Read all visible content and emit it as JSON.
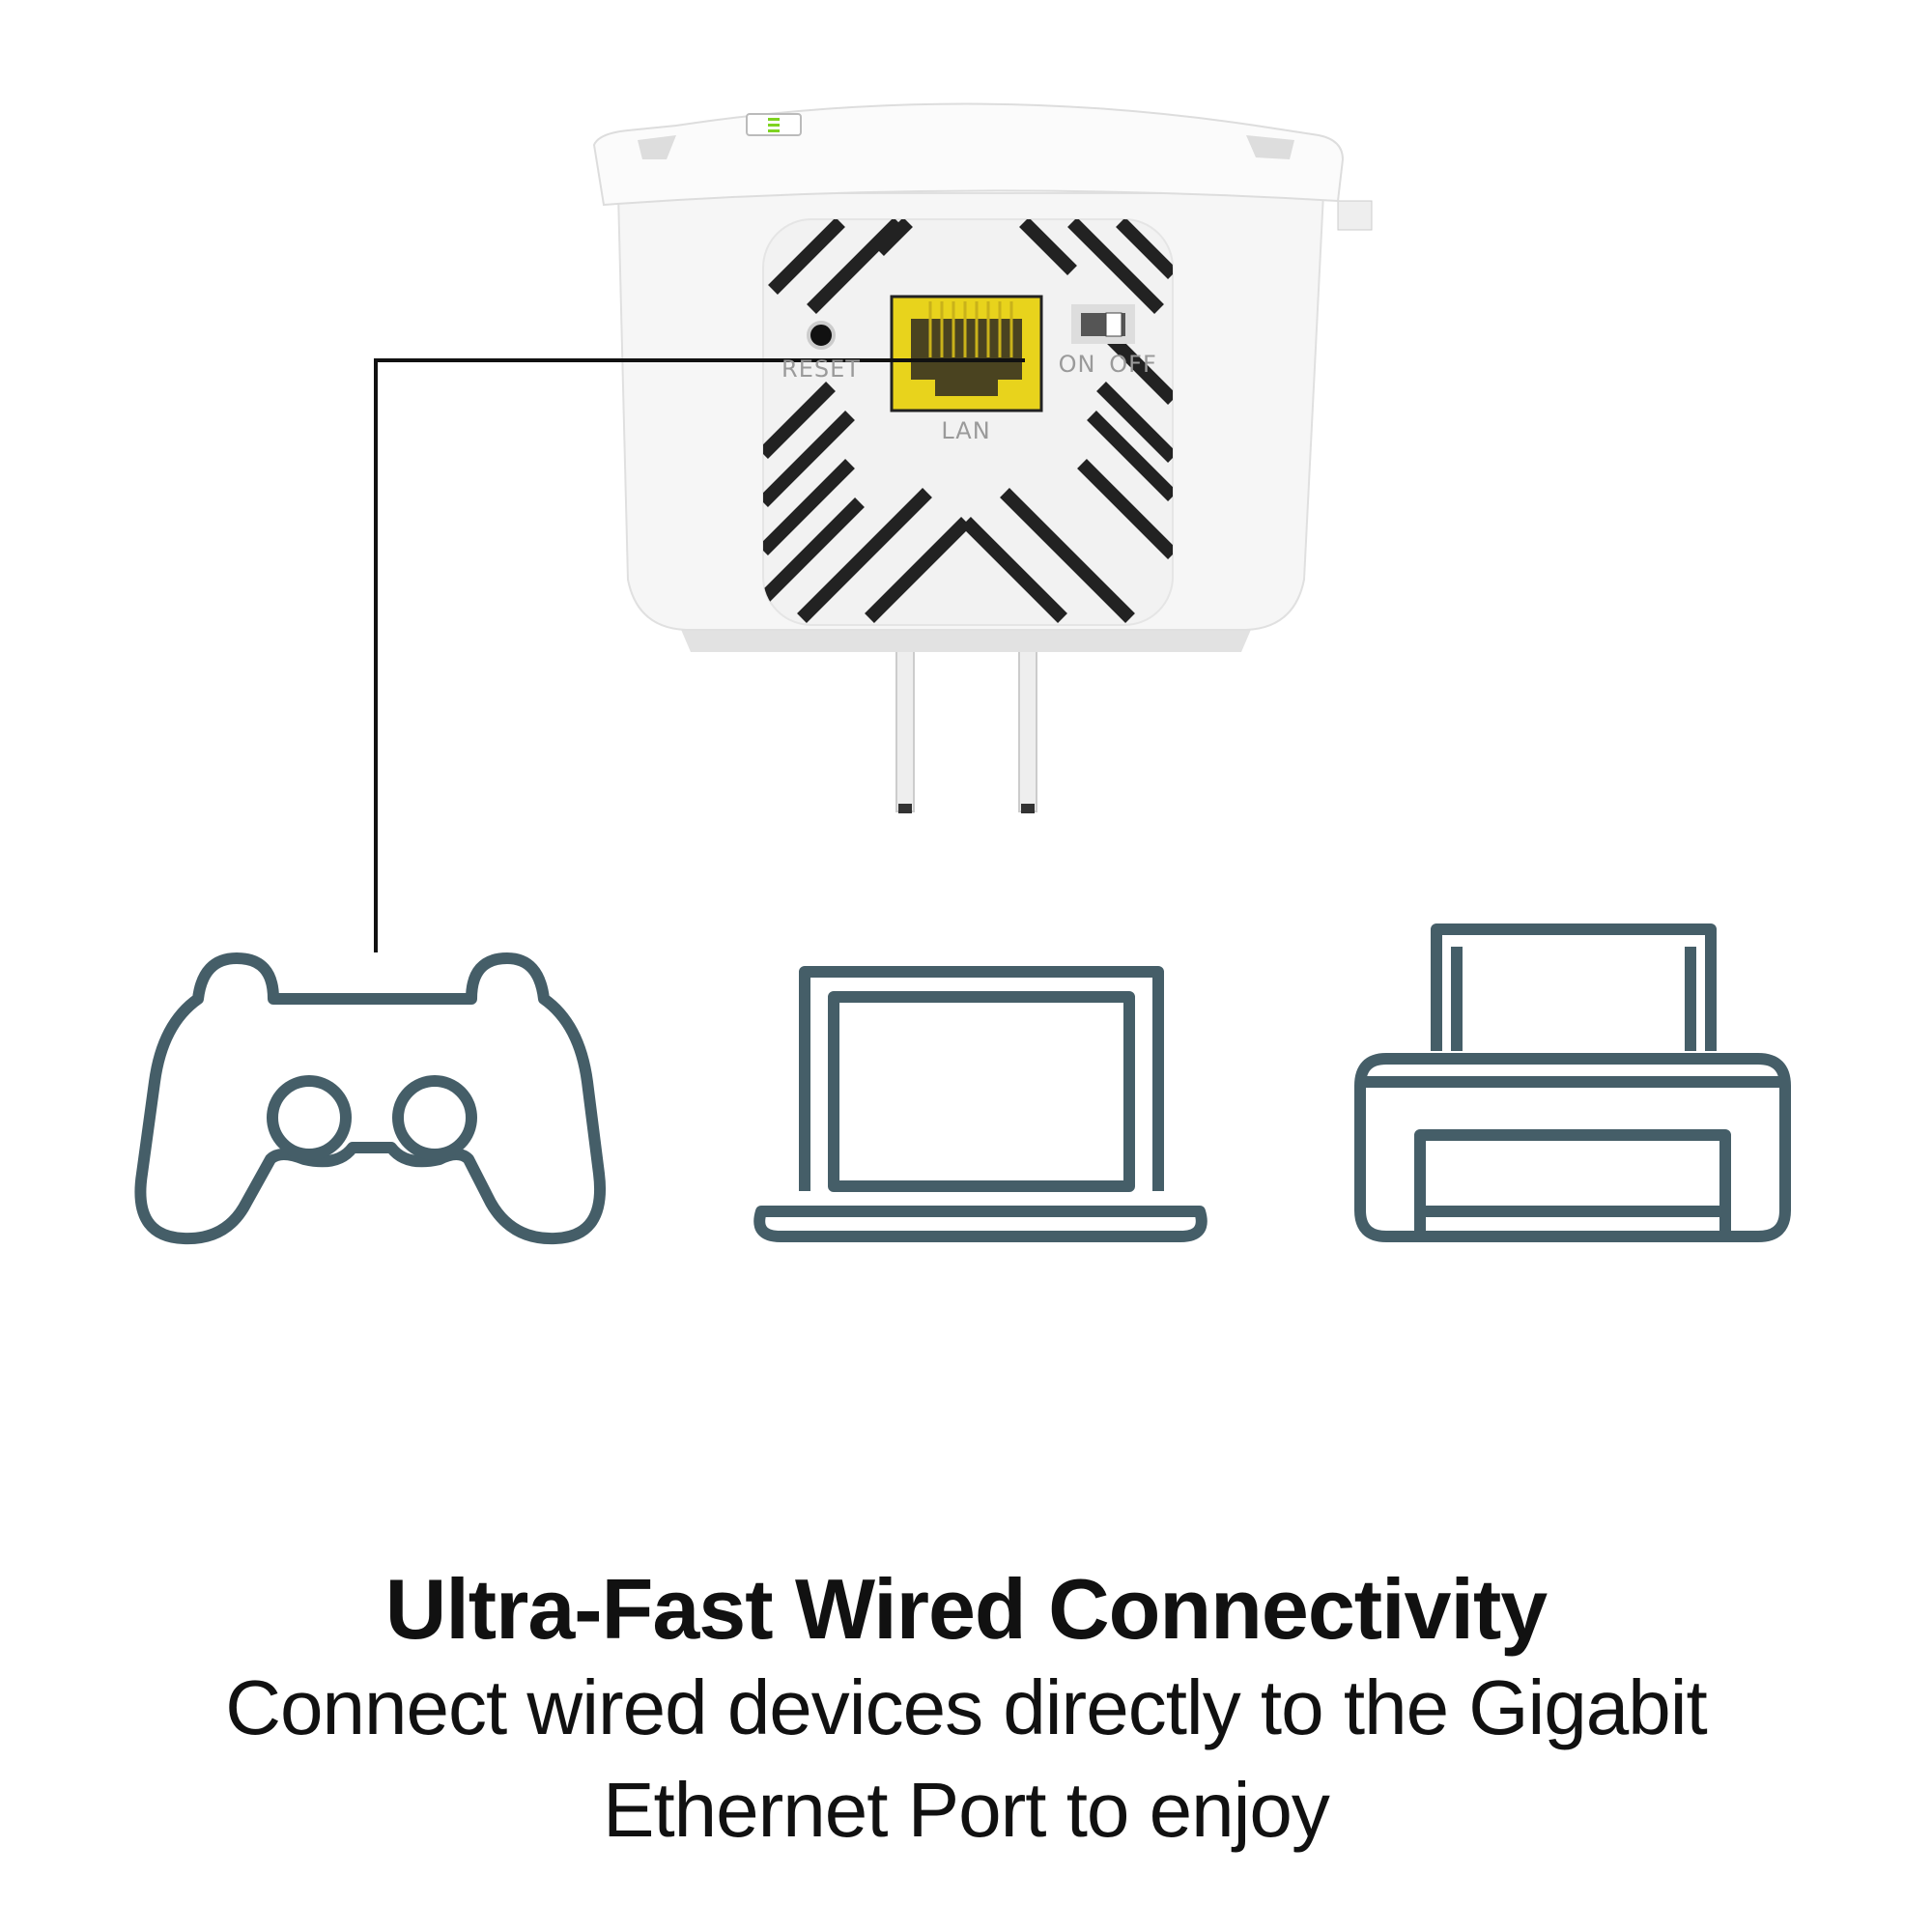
{
  "device": {
    "reset_label": "RESET",
    "on_label": "ON",
    "off_label": "OFF",
    "lan_label": "LAN",
    "port_color": "#e8d31c",
    "led_color": "#7ed321"
  },
  "icons": {
    "color": "#455e68",
    "items": [
      "game-controller-icon",
      "laptop-icon",
      "printer-icon"
    ]
  },
  "caption": {
    "title": "Ultra-Fast Wired Connectivity",
    "line1": "Connect wired devices directly to the Gigabit",
    "line2": "Ethernet Port to enjoy"
  }
}
